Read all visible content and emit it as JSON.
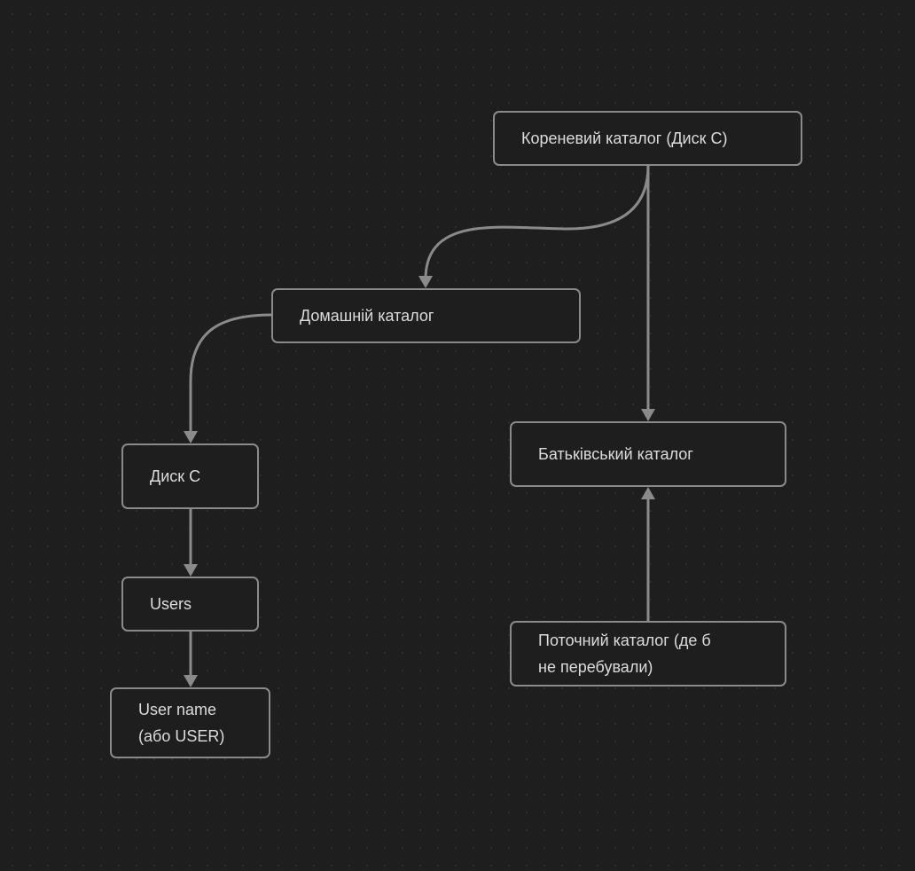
{
  "diagram": {
    "nodes": {
      "root": {
        "label": "Кореневий каталог (Диск С)"
      },
      "home": {
        "label": "Домашній каталог"
      },
      "disk_c": {
        "label": "Диск C"
      },
      "users": {
        "label": "Users"
      },
      "user_name": {
        "label": "User name\n(або USER)"
      },
      "parent": {
        "label": "Батьківський каталог"
      },
      "current": {
        "label": "Поточний каталог (де б\nне перебували)"
      }
    },
    "edges": [
      {
        "from": "root",
        "to": "home"
      },
      {
        "from": "root",
        "to": "parent"
      },
      {
        "from": "home",
        "to": "disk_c"
      },
      {
        "from": "disk_c",
        "to": "users"
      },
      {
        "from": "users",
        "to": "user_name"
      },
      {
        "from": "current",
        "to": "parent"
      }
    ],
    "colors": {
      "background": "#1e1e1e",
      "node_border": "#8a8a8a",
      "edge": "#8a8a8a",
      "text": "#dcdcdc"
    }
  }
}
